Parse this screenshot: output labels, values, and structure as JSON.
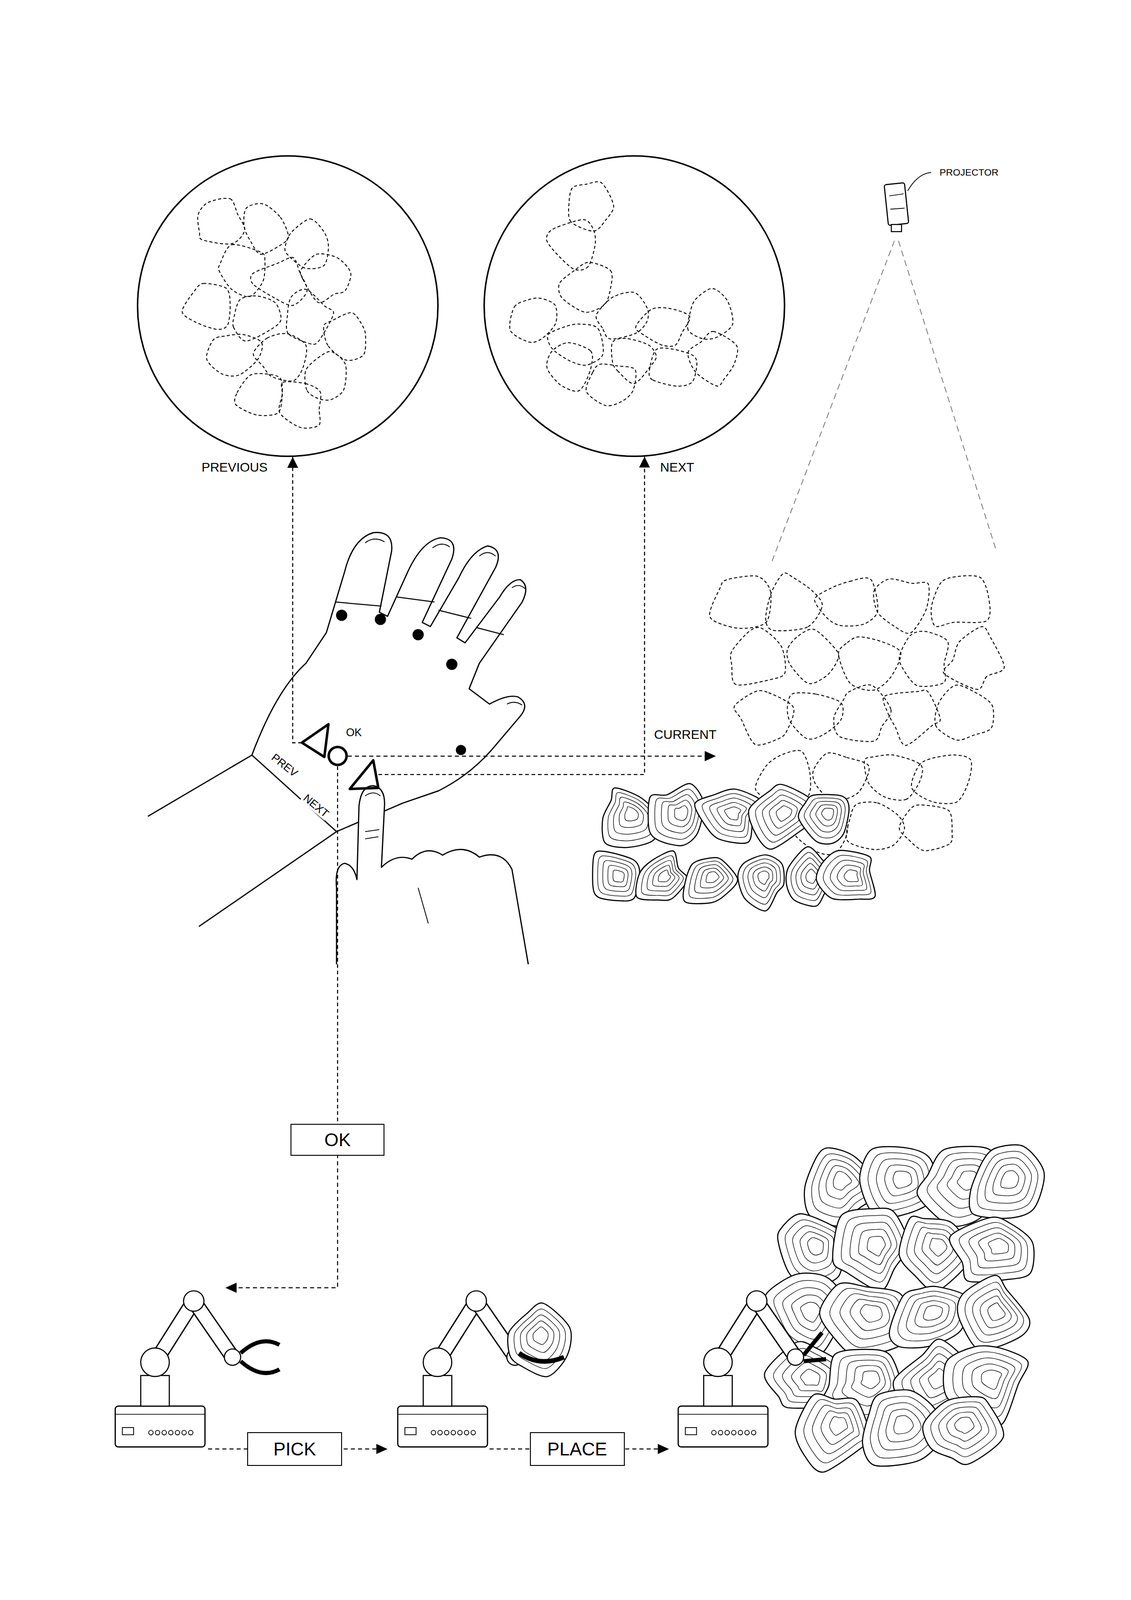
{
  "diagram": {
    "nodes": [
      {
        "text": [
          "PREVIOUS"
        ]
      },
      {
        "text": [
          "NEXT"
        ]
      },
      {
        "text": [
          "PREV"
        ]
      },
      {
        "text": [
          "OK"
        ]
      },
      {
        "text": [
          "NEXT"
        ]
      },
      {
        "text": [
          "OK"
        ]
      },
      {
        "text": [
          "PICK"
        ]
      },
      {
        "text": [
          "PLACE"
        ]
      }
    ],
    "edges": [
      {
        "from": 2,
        "to": 0,
        "arrow": "to"
      },
      {
        "from": 4,
        "to": 1,
        "arrow": "to"
      },
      {
        "from": 3,
        "to": 5,
        "arrow": "none"
      }
    ],
    "labels": [
      "PROJECTOR",
      "CURRENT"
    ]
  }
}
